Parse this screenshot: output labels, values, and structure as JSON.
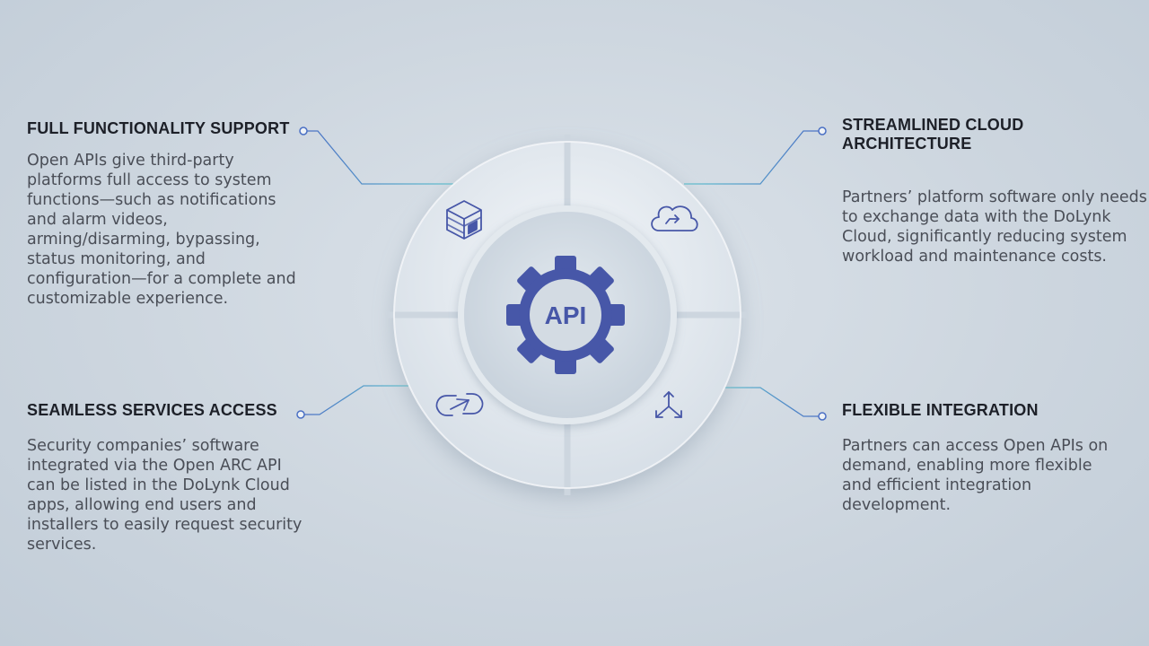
{
  "center": {
    "label": "API",
    "icon": "gear-icon"
  },
  "colors": {
    "accent": "#4757a8",
    "connector": "#4a70c2",
    "connector_teal": "#5bb8c9"
  },
  "features": [
    {
      "title": "FULL FUNCTIONALITY SUPPORT",
      "body": "Open APIs give third-party platforms full access to system functions—such as notifications and alarm videos, arming/disarming, bypassing, status monitoring, and configuration—for a complete and customizable experience.",
      "icon": "box-icon"
    },
    {
      "title": "STREAMLINED CLOUD ARCHITECTURE",
      "body": "Partners’ platform software only needs to exchange data with the DoLynk Cloud, significantly reducing system workload and maintenance costs.",
      "icon": "cloud-icon"
    },
    {
      "title": "SEAMLESS SERVICES ACCESS",
      "body": "Security companies’ software integrated via the Open ARC API can be listed in the DoLynk Cloud apps, allowing end users and installers to easily request security services.",
      "icon": "link-icon"
    },
    {
      "title": "FLEXIBLE INTEGRATION",
      "body": "Partners can access Open APIs on demand, enabling more flexible and efficient integration development.",
      "icon": "integration-icon"
    }
  ]
}
